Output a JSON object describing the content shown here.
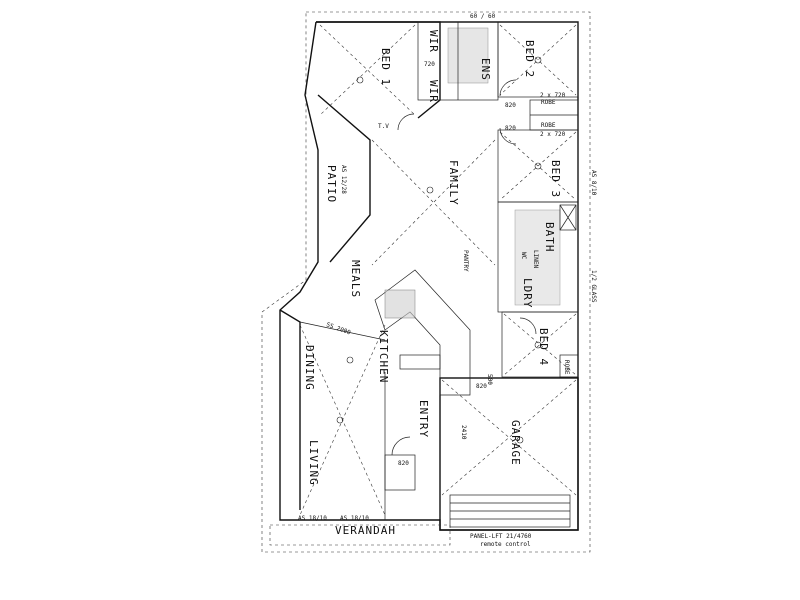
{
  "rooms": {
    "bed1": "BED 1",
    "bed2": "BED 2",
    "bed3": "BED 3",
    "bed4": "BED 4",
    "wir1": "WIR",
    "wir2": "WIR",
    "ens": "ENS",
    "family": "FAMILY",
    "patio": "PATIO",
    "meals": "MEALS",
    "kitchen": "KITCHEN",
    "dining": "DINING",
    "living": "LIVING",
    "entry": "ENTRY",
    "garage": "GARAGE",
    "bath": "BATH",
    "lndry": "LDRY",
    "linen": "LINEN",
    "wc": "WC",
    "pantry": "PANTRY",
    "verandah": "VERANDAH",
    "robe1": "ROBE",
    "robe2": "ROBE",
    "robe3": "ROBE"
  },
  "notes": {
    "robe_dim1": "2 x 720",
    "robe_dim2": "2 x 720",
    "dim_820a": "820",
    "dim_820b": "820",
    "dim_820c": "820",
    "dim_820d": "820",
    "dim_720": "720",
    "dim_500": "500",
    "dim_2410": "2410",
    "dim_2000": "SS 2000",
    "tv": "T.V",
    "as_1": "AS 18/10",
    "as_2": "AS 18/10",
    "as_3": "AS 12/28",
    "as_4": "AS 8/10",
    "door_panel": "PANEL-LFT 21/4760",
    "remote": "remote control",
    "glass": "1/2 GLASS",
    "top_dim": "60 / 60"
  }
}
